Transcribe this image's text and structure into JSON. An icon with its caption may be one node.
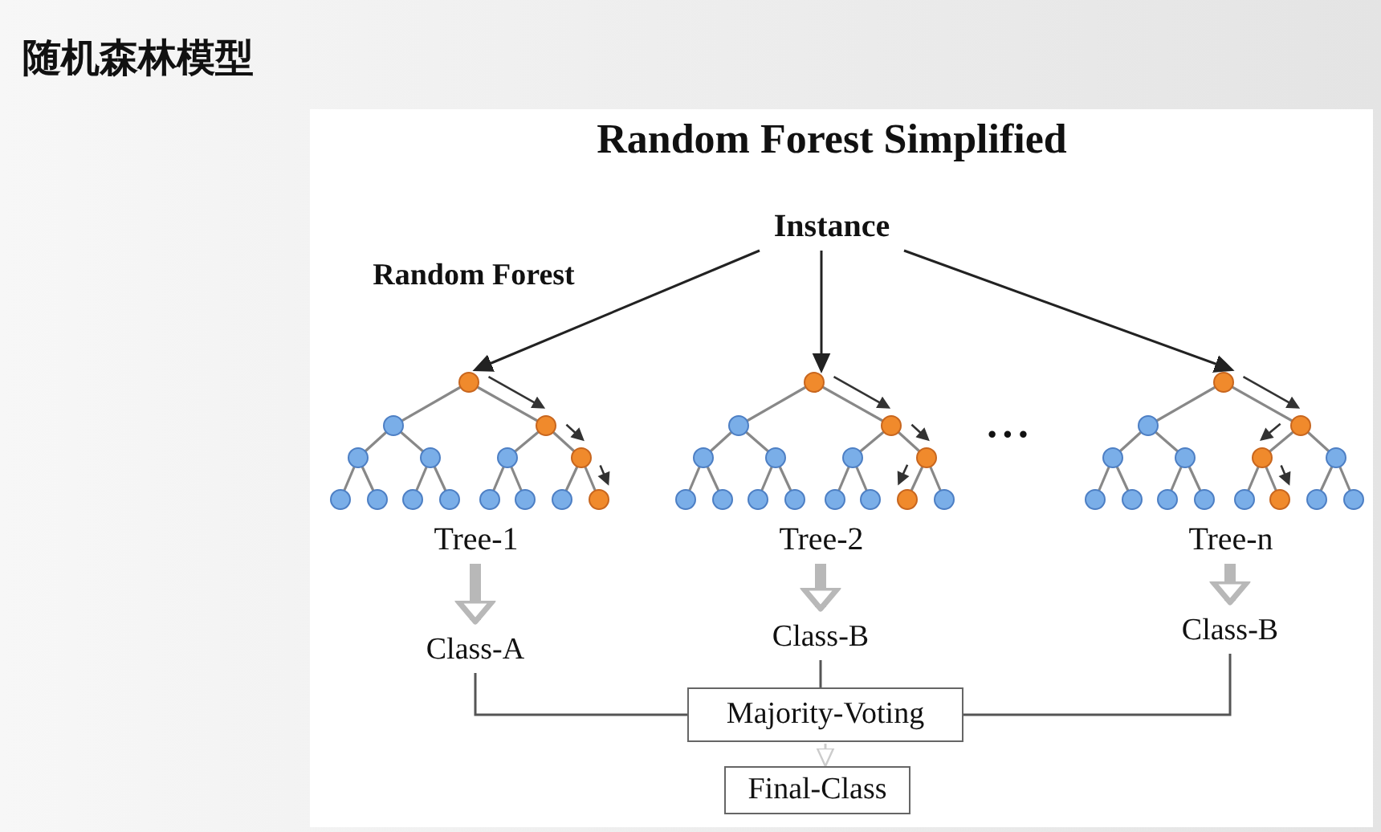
{
  "diagram": {
    "title": "随机森林模型",
    "nodes": [
      {
        "text": [
          "Instance"
        ]
      },
      {
        "text": [],
        "shape": "tree",
        "beside": [
          "Tree-1"
        ]
      },
      {
        "text": [],
        "shape": "tree",
        "beside": [
          "Tree-2"
        ]
      },
      {
        "text": [],
        "shape": "tree",
        "beside": [
          "Tree-n"
        ]
      },
      {
        "text": [
          "Class-A"
        ]
      },
      {
        "text": [
          "Class-B"
        ]
      },
      {
        "text": [
          "Class-B"
        ]
      },
      {
        "text": [
          "Majority-Voting"
        ]
      },
      {
        "text": [
          "Final-Class"
        ]
      }
    ],
    "edges": [
      {
        "from": 0,
        "to": 1,
        "arrow": "to"
      },
      {
        "from": 0,
        "to": 2,
        "arrow": "to"
      },
      {
        "from": 0,
        "to": 3,
        "arrow": "to"
      },
      {
        "from": 1,
        "to": 4,
        "arrow": "to",
        "style": "thick",
        "color": "#b8b8b8"
      },
      {
        "from": 2,
        "to": 5,
        "arrow": "to",
        "style": "thick",
        "color": "#b8b8b8"
      },
      {
        "from": 3,
        "to": 6,
        "arrow": "to",
        "style": "thick",
        "color": "#b8b8b8"
      },
      {
        "from": 4,
        "to": 7,
        "arrow": "none",
        "color": "#555555"
      },
      {
        "from": 5,
        "to": 7,
        "arrow": "none",
        "color": "#555555"
      },
      {
        "from": 6,
        "to": 7,
        "arrow": "none",
        "color": "#555555"
      },
      {
        "from": 7,
        "to": 8,
        "arrow": "to",
        "color": "#cccccc"
      }
    ],
    "labels": [
      "Random Forest Simplified",
      "Random Forest",
      "···"
    ]
  }
}
